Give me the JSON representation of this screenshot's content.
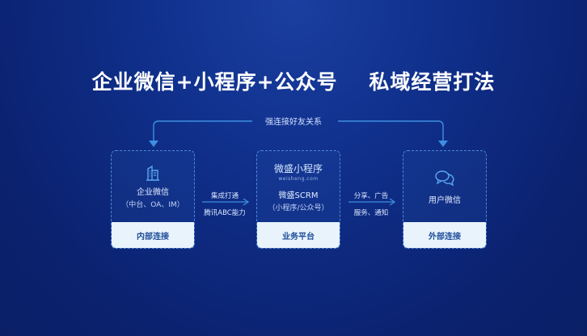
{
  "title": "企业微信+小程序+公众号    私域经营打法",
  "top_connector_label": "强连接好友关系",
  "cards": [
    {
      "icon": "building-icon",
      "name": "企业微信",
      "sub": "（中台、OA、IM）",
      "footer": "内部连接"
    },
    {
      "logo_text": "微盛小程序",
      "logo_url": "weisheng.com",
      "name": "微盛SCRM",
      "sub": "（小程序/公众号）",
      "footer": "业务平台"
    },
    {
      "icon": "chat-bubbles-icon",
      "name": "用户微信",
      "footer": "外部连接"
    }
  ],
  "edges": [
    {
      "top": "集成打通",
      "bottom": "腾讯ABC能力"
    },
    {
      "top": "分享、广告",
      "bottom": "服务、通知"
    }
  ],
  "colors": {
    "accent": "#3d8fe0",
    "footer_bg": "#e8f3fb",
    "footer_text": "#1f4e9b"
  }
}
